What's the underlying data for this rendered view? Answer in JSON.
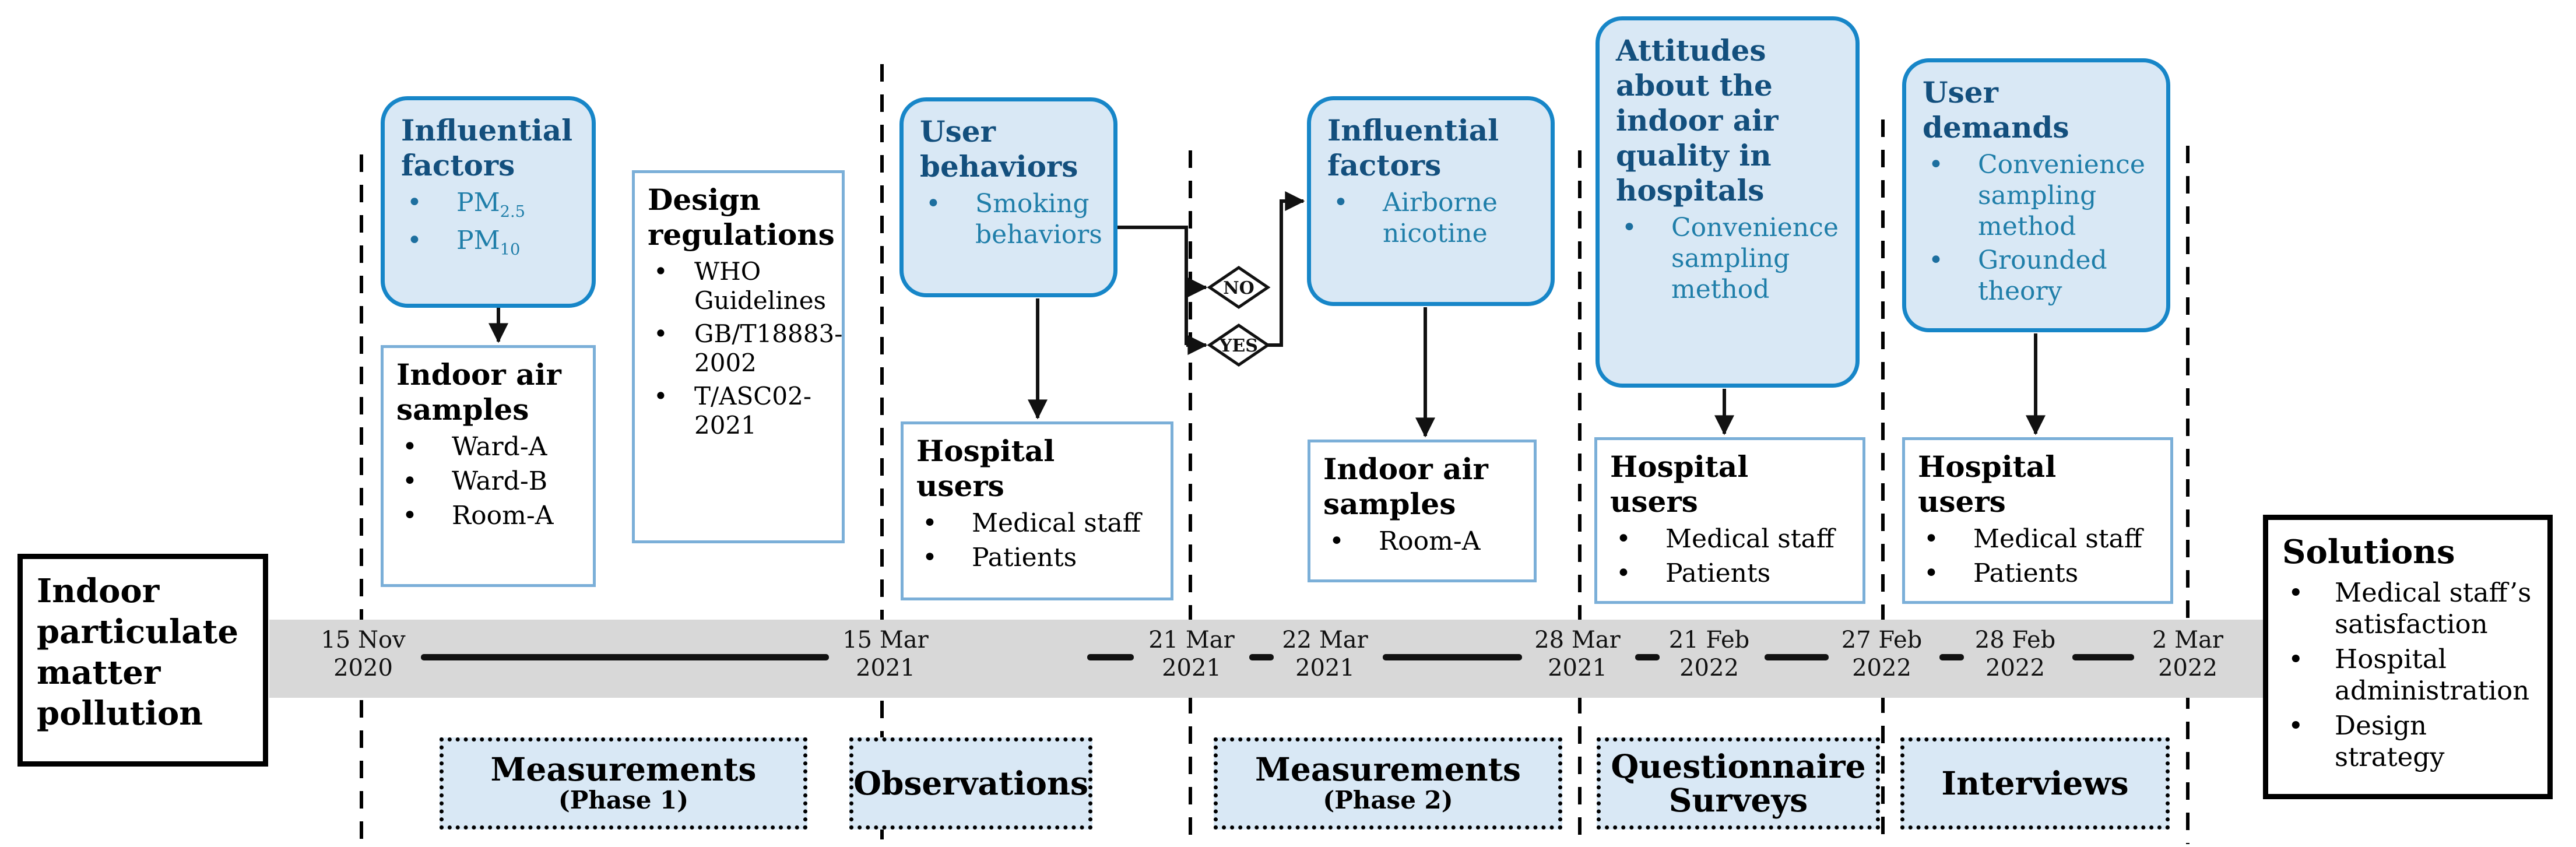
{
  "colors": {
    "box_fill": "#d9e8f5",
    "box_border": "#1786c8",
    "heading_navy": "#134f7d",
    "bullet_teal": "#1f7ea9",
    "light_border": "#7bafd8",
    "band_gray": "#d8d8d8",
    "line_black": "#111111"
  },
  "boxes": {
    "problem": {
      "title": "Indoor particulate matter pollution"
    },
    "influential1": {
      "title": "Influential factors",
      "bullets": [
        {
          "label": "PM",
          "sub": "2.5"
        },
        {
          "label": "PM",
          "sub": "10"
        }
      ]
    },
    "samples1": {
      "title": "Indoor air samples",
      "bullets": [
        {
          "label": "Ward-A"
        },
        {
          "label": "Ward-B"
        },
        {
          "label": "Room-A"
        }
      ]
    },
    "regulations": {
      "title": "Design regulations",
      "bullets": [
        {
          "label": "WHO Guidelines"
        },
        {
          "label": "GB/T18883-2002"
        },
        {
          "label": "T/ASC02-2021"
        }
      ]
    },
    "user_behaviors": {
      "title": "User behaviors",
      "bullets": [
        {
          "label": "Smoking behaviors"
        }
      ]
    },
    "hospital1": {
      "title": "Hospital users",
      "bullets": [
        {
          "label": "Medical staff"
        },
        {
          "label": "Patients"
        }
      ]
    },
    "influential2": {
      "title": "Influential factors",
      "bullets": [
        {
          "label": "Airborne nicotine"
        }
      ]
    },
    "samples2": {
      "title": "Indoor air samples",
      "bullets": [
        {
          "label": "Room-A"
        }
      ]
    },
    "attitudes": {
      "title": "Attitudes about the indoor air quality in hospitals",
      "bullets": [
        {
          "label": "Convenience sampling method"
        }
      ]
    },
    "hospital2": {
      "title": "Hospital users",
      "bullets": [
        {
          "label": "Medical staff"
        },
        {
          "label": "Patients"
        }
      ]
    },
    "user_demands": {
      "title": "User demands",
      "bullets": [
        {
          "label": "Convenience sampling method"
        },
        {
          "label": "Grounded theory"
        }
      ]
    },
    "hospital3": {
      "title": "Hospital users",
      "bullets": [
        {
          "label": "Medical staff"
        },
        {
          "label": "Patients"
        }
      ]
    },
    "solutions": {
      "title": "Solutions",
      "bullets": [
        {
          "label": "Medical staff’s satisfaction"
        },
        {
          "label": "Hospital administration"
        },
        {
          "label": "Design strategy"
        }
      ]
    }
  },
  "decision": {
    "no": "NO",
    "yes": "YES"
  },
  "timeline": {
    "dates": [
      {
        "line1": "15 Nov",
        "line2": "2020"
      },
      {
        "line1": "15 Mar",
        "line2": "2021"
      },
      {
        "line1": "21 Mar",
        "line2": "2021"
      },
      {
        "line1": "22 Mar",
        "line2": "2021"
      },
      {
        "line1": "28 Mar",
        "line2": "2021"
      },
      {
        "line1": "21 Feb",
        "line2": "2022"
      },
      {
        "line1": "27 Feb",
        "line2": "2022"
      },
      {
        "line1": "28 Feb",
        "line2": "2022"
      },
      {
        "line1": "2 Mar",
        "line2": "2022"
      }
    ]
  },
  "phases": [
    {
      "label": "Measurements",
      "sub": "(Phase 1)"
    },
    {
      "label": "Observations"
    },
    {
      "label": "Measurements",
      "sub": "(Phase 2)"
    },
    {
      "label": "Questionnaire Surveys"
    },
    {
      "label": "Interviews"
    }
  ]
}
